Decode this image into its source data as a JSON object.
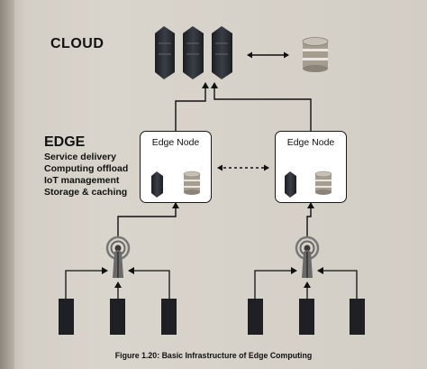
{
  "labels": {
    "cloud": "CLOUD",
    "edge": "EDGE",
    "edge_functions": [
      "Service delivery",
      "Computing offload",
      "IoT management",
      "Storage & caching"
    ]
  },
  "nodes": [
    {
      "title": "Edge Node"
    },
    {
      "title": "Edge Node"
    }
  ],
  "caption": "Figure 1.20: Basic Infrastructure of Edge Computing",
  "icons": {
    "server": "server-rack-icon",
    "database": "database-icon",
    "tower": "cell-tower-icon",
    "device": "end-device-icon"
  },
  "colors": {
    "ink": "#111111",
    "server": "#2a2d33",
    "database": "#8a8378"
  }
}
